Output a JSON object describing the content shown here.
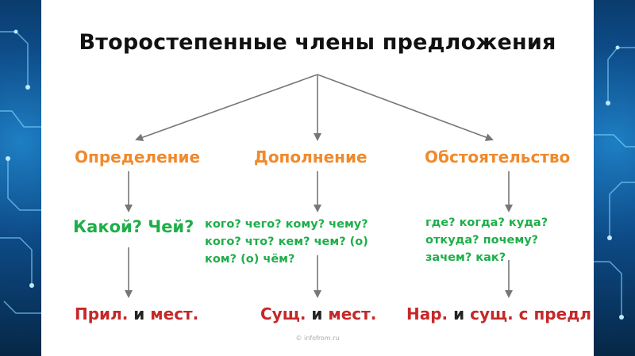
{
  "title": "Второстепенные члены предложения",
  "columns": [
    {
      "category": "Определение",
      "question_main": "Какой? Чей?",
      "answer": {
        "part1": "Прил.",
        "conj": "и",
        "part2": "мест."
      }
    },
    {
      "category": "Дополнение",
      "questions": [
        "кого? чего? кому? чему?",
        "кого? что? кем? чем?  (о)",
        "ком? (о) чём?"
      ],
      "answer": {
        "part1": "Сущ.",
        "conj": "и",
        "part2": "мест."
      }
    },
    {
      "category": "Обстоятельство",
      "questions": [
        "где? когда? куда?",
        "откуда? почему?",
        "зачем? как?"
      ],
      "answer": {
        "part1": "Нар.",
        "conj": "и",
        "part2": "сущ. с предл"
      }
    }
  ],
  "watermark": "© infofrom.ru",
  "colors": {
    "category": "#f08a2c",
    "question": "#1fae4a",
    "answer": "#c62828",
    "arrow": "#777777"
  }
}
